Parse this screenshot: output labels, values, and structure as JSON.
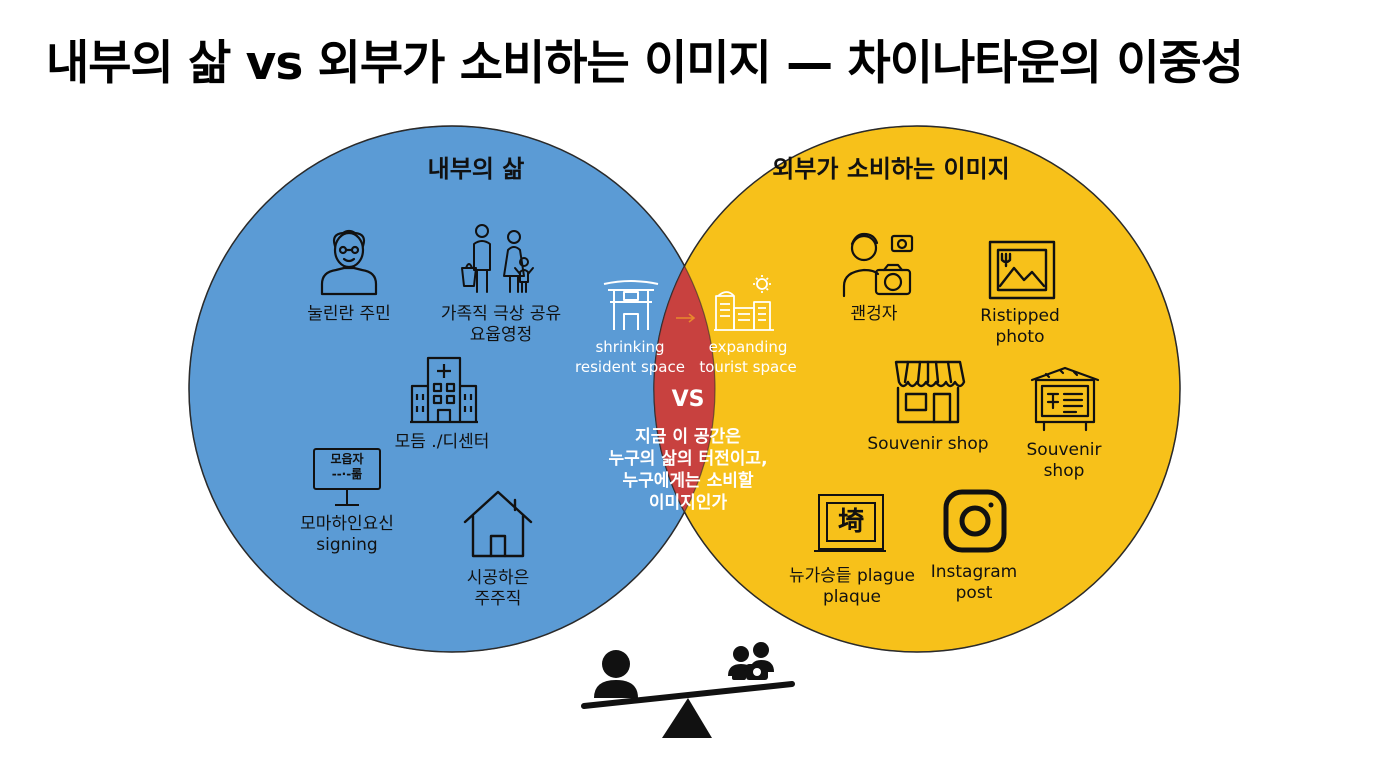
{
  "title": "내부의 삶 vs 외부가 소비하는 이미지 — 차이나타운의 이중성",
  "colors": {
    "left_circle": "#5b9bd5",
    "right_circle": "#f7c11a",
    "overlap": "#c8413f",
    "ink": "#111111"
  },
  "left": {
    "title": "내부의 삶",
    "items": [
      {
        "icon": "elderly-person-icon",
        "label": "눌린란 주민"
      },
      {
        "icon": "family-shopping-icon",
        "label": "가족직 극상 공유\n요윱영정"
      },
      {
        "icon": "hospital-building-icon",
        "label": "모듬 ./디센터"
      },
      {
        "icon": "signboard-icon",
        "label": "모마하인요신\nsigning",
        "sign_text": "모읍자\n--·-롦"
      },
      {
        "icon": "house-icon",
        "label": "시공하은\n주주직"
      }
    ]
  },
  "right": {
    "title": "외부가 소비하는 이미지",
    "items": [
      {
        "icon": "tourist-camera-icon",
        "label": "괜겅자"
      },
      {
        "icon": "framed-photo-icon",
        "label": "Ristipped\nphoto"
      },
      {
        "icon": "storefront-icon",
        "label": "Souvenir shop"
      },
      {
        "icon": "shop-sign-board-icon",
        "label": "Souvenir\nshop"
      },
      {
        "icon": "framed-plaque-icon",
        "label": "뉴가승듵 plague\nplaque",
        "plaque_char": "埼"
      },
      {
        "icon": "instagram-icon",
        "label": "Instagram\npost"
      }
    ]
  },
  "overlap": {
    "left_label": "shrinking\nresident space",
    "right_label": "expanding\ntourist space",
    "vs": "VS",
    "question": "지금 이 공간은\n누구의 삶의 터전이고,\n누구에게는 소비할\n이미지인가"
  },
  "scale": {
    "left_icon": "person-icon",
    "right_icon": "tourist-group-icon",
    "balance": "tilted-left"
  }
}
